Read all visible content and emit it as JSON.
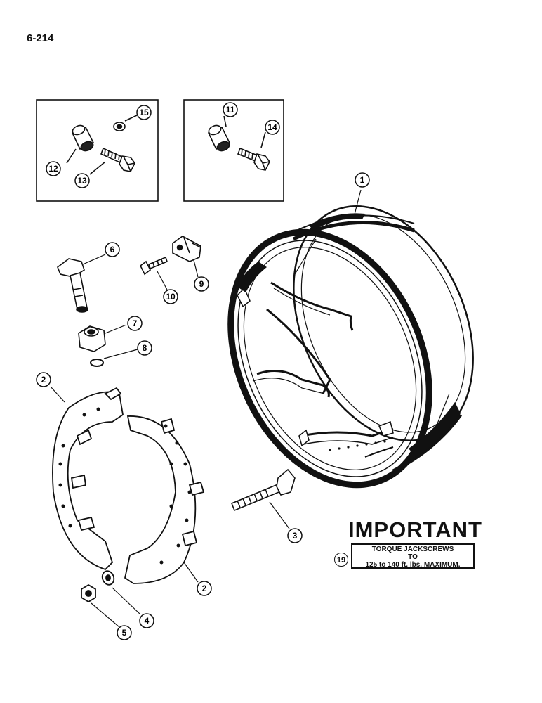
{
  "page_number": "6-214",
  "callouts": [
    "1",
    "2",
    "3",
    "4",
    "5",
    "6",
    "7",
    "8",
    "9",
    "10",
    "11",
    "12",
    "13",
    "14",
    "15",
    "2",
    "19"
  ],
  "important": {
    "heading": "IMPORTANT",
    "line1": "TORQUE JACKSCREWS",
    "line2": "TO",
    "line3": "125 to 140 ft. lbs. MAXIMUM.",
    "callout": "19"
  }
}
